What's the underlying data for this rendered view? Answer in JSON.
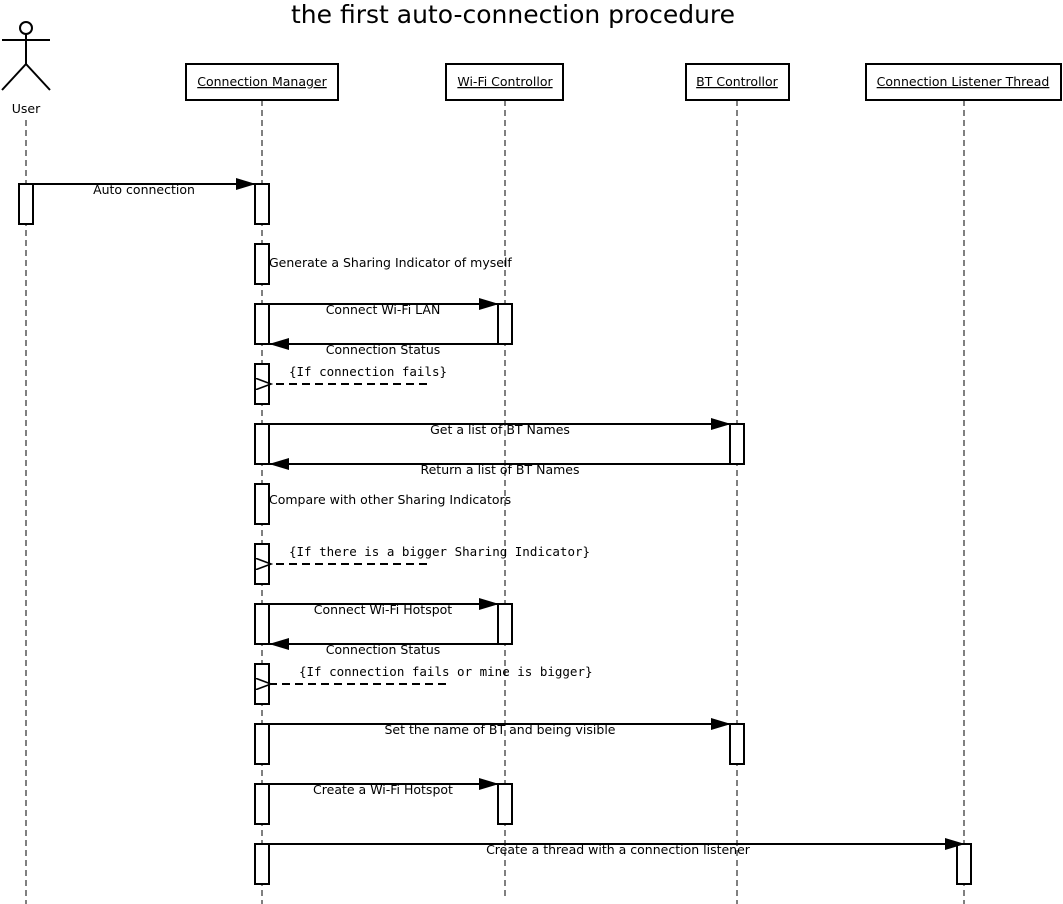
{
  "title": "the first auto-connection procedure",
  "actor": {
    "label": "User"
  },
  "participants": [
    {
      "id": "cm",
      "label": "Connection Manager"
    },
    {
      "id": "wifi",
      "label": "Wi-Fi Controllor"
    },
    {
      "id": "bt",
      "label": "BT Controllor"
    },
    {
      "id": "clt",
      "label": "Connection Listener Thread"
    }
  ],
  "messages": [
    {
      "from": "user",
      "to": "cm",
      "label": "Auto connection",
      "style": "sync"
    },
    {
      "from": "cm",
      "to": "cm",
      "label": "Generate a Sharing Indicator of myself",
      "style": "note"
    },
    {
      "from": "cm",
      "to": "wifi",
      "label": "Connect Wi-Fi LAN",
      "style": "sync",
      "reply": "Connection Status"
    },
    {
      "from": "cm",
      "to": "cm",
      "label": "{If connection fails}",
      "style": "condition"
    },
    {
      "from": "cm",
      "to": "bt",
      "label": "Get a list of BT Names",
      "style": "sync",
      "reply": "Return a list of BT Names"
    },
    {
      "from": "cm",
      "to": "cm",
      "label": "Compare with other Sharing Indicators",
      "style": "note"
    },
    {
      "from": "cm",
      "to": "cm",
      "label": "{If there is a bigger Sharing Indicator}",
      "style": "condition"
    },
    {
      "from": "cm",
      "to": "wifi",
      "label": "Connect Wi-Fi Hotspot",
      "style": "sync",
      "reply": "Connection Status"
    },
    {
      "from": "cm",
      "to": "cm",
      "label": "{If connection fails or mine is bigger}",
      "style": "condition"
    },
    {
      "from": "cm",
      "to": "bt",
      "label": "Set the name of BT and being visible",
      "style": "sync"
    },
    {
      "from": "cm",
      "to": "wifi",
      "label": "Create a Wi-Fi Hotspot",
      "style": "sync"
    },
    {
      "from": "cm",
      "to": "clt",
      "label": "Create a thread with a connection listener",
      "style": "sync"
    }
  ]
}
